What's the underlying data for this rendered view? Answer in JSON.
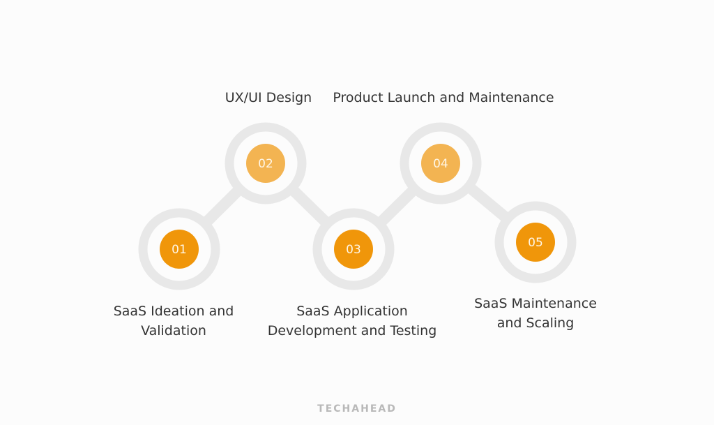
{
  "steps": [
    {
      "number": "01",
      "title_lines": [
        "SaaS Ideation and",
        "Validation"
      ]
    },
    {
      "number": "02",
      "title_lines": [
        "UX/UI Design"
      ]
    },
    {
      "number": "03",
      "title_lines": [
        "SaaS Application",
        "Development and Testing"
      ]
    },
    {
      "number": "04",
      "title_lines": [
        "Product Launch and Maintenance"
      ]
    },
    {
      "number": "05",
      "title_lines": [
        "SaaS Maintenance",
        "and Scaling"
      ]
    }
  ],
  "colors": {
    "ring": "#e8e8e8",
    "connector": "#e8e8e8",
    "dot_dark": "#f0960a",
    "dot_light": "#f3b452",
    "number_text": "#fff6e6",
    "label_text": "#333333",
    "brand": "#b9b9b9"
  },
  "brand": "TECHAHEAD"
}
